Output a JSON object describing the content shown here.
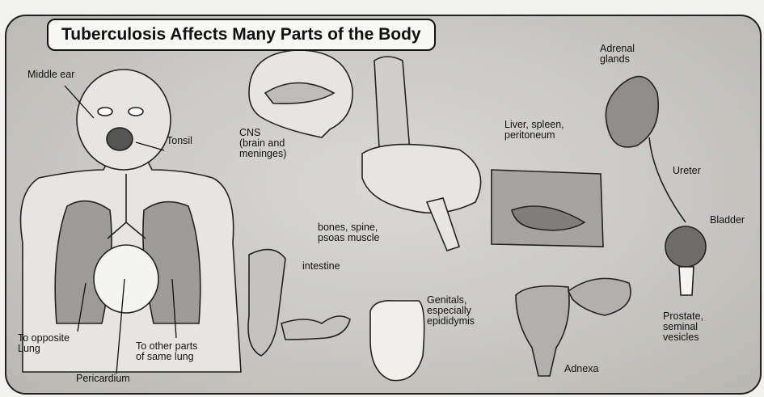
{
  "title": "Tuberculosis Affects Many Parts of the Body",
  "labels": {
    "middle_ear": "Middle ear",
    "tonsil": "Tonsil",
    "cns": "CNS\n(brain and\nmeninges)",
    "bones": "bones, spine,\npsoas muscle",
    "liver": "Liver, spleen,\nperitoneum",
    "adrenal": "Adrenal\nglands",
    "ureter": "Ureter",
    "bladder": "Bladder",
    "intestine": "intestine",
    "genitals": "Genitals,\nespecially\nepididymis",
    "prostate": "Prostate,\nseminal\nvesicles",
    "adnexa": "Adnexa",
    "opposite_lung": "To opposite\nLung",
    "pericardium": "Pericardium",
    "other_parts": "To other parts\nof same lung"
  }
}
